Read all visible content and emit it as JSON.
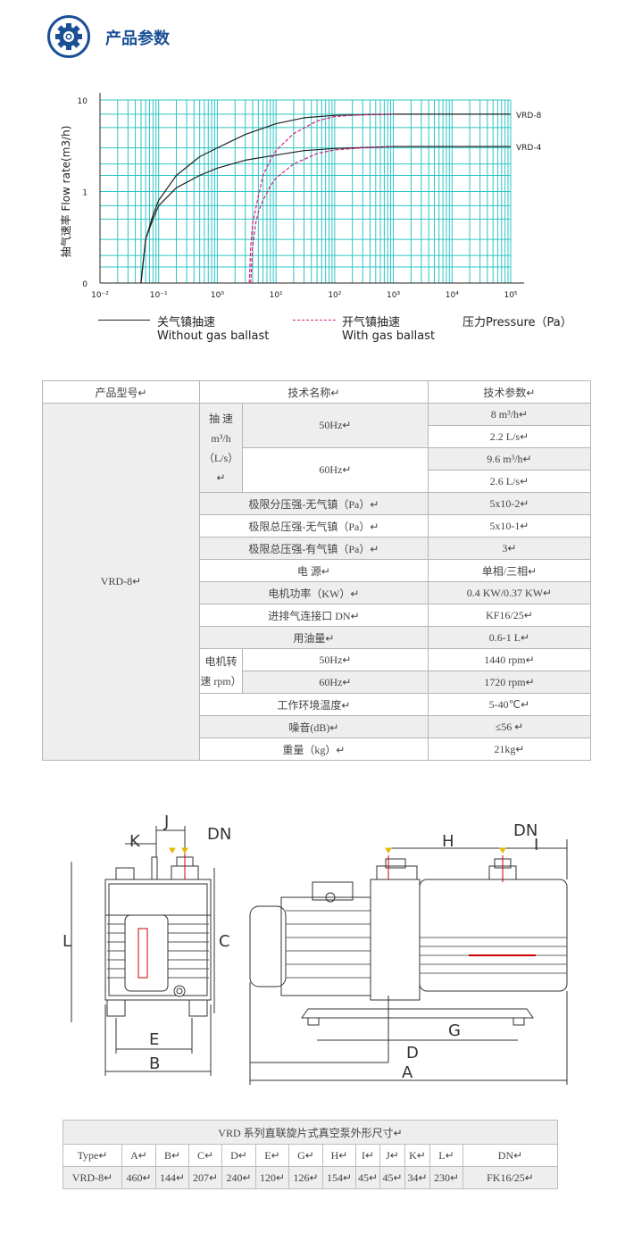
{
  "header": {
    "title": "产品参数",
    "icon": "gear-icon",
    "accent": "#1a4f96"
  },
  "chart_data": {
    "type": "line",
    "ylabel": "抽气速率 Flow rate(m3/h)",
    "xlabel": "压力Pressure（Pa）",
    "xscale": "log",
    "yscale": "log",
    "xlim": [
      0.01,
      100000
    ],
    "ylim": [
      0.1,
      10
    ],
    "xticks": [
      "10⁻²",
      "10⁻¹",
      "10⁰",
      "10¹",
      "10²",
      "10³",
      "10⁴",
      "10⁵"
    ],
    "yticks": [
      {
        "v": 10,
        "label": "10"
      },
      {
        "v": 1,
        "label": "1"
      },
      {
        "v": 0.1,
        "label": "0"
      }
    ],
    "series": [
      {
        "name": "VRD-8",
        "style": "solid",
        "color": "#222222",
        "x": [
          0.05,
          0.06,
          0.08,
          0.1,
          0.2,
          0.5,
          1,
          3,
          10,
          30,
          100,
          1000,
          100000
        ],
        "y": [
          0.1,
          0.3,
          0.55,
          0.8,
          1.5,
          2.4,
          3.0,
          4.2,
          5.5,
          6.4,
          6.8,
          7.0,
          7.0
        ]
      },
      {
        "name": "VRD-4",
        "style": "solid",
        "color": "#222222",
        "x": [
          0.05,
          0.06,
          0.08,
          0.1,
          0.2,
          0.5,
          1,
          3,
          10,
          30,
          100,
          1000,
          100000
        ],
        "y": [
          0.1,
          0.3,
          0.5,
          0.7,
          1.1,
          1.5,
          1.8,
          2.2,
          2.5,
          2.8,
          2.95,
          3.1,
          3.1
        ]
      },
      {
        "name": "VRD-8 gas ballast",
        "style": "dashed",
        "color": "#d0207f",
        "x": [
          3.5,
          3.7,
          4,
          5,
          6,
          8,
          10,
          20,
          50,
          100,
          300,
          1000
        ],
        "y": [
          0.1,
          0.25,
          0.45,
          0.9,
          1.5,
          2.2,
          2.8,
          4.3,
          5.9,
          6.6,
          6.9,
          7.0
        ]
      },
      {
        "name": "VRD-4 gas ballast",
        "style": "dashed",
        "color": "#d0207f",
        "x": [
          3.7,
          4,
          4.5,
          5,
          6,
          8,
          10,
          20,
          50,
          100,
          300,
          1000
        ],
        "y": [
          0.1,
          0.25,
          0.45,
          0.6,
          0.8,
          1.15,
          1.4,
          2.0,
          2.6,
          2.85,
          3.0,
          3.1
        ]
      }
    ],
    "series_labels": [
      "VRD-8",
      "VRD-4"
    ],
    "legend": {
      "solid_cn": "关气镇抽速",
      "solid_en": "Without gas ballast",
      "dashed_cn": "开气镇抽速",
      "dashed_en": "With gas ballast",
      "placement": "bottom"
    },
    "grid": true
  },
  "spec": {
    "headers": [
      "产品型号↵",
      "技术名称↵",
      "技术参数↵"
    ],
    "model": "VRD-8↵",
    "speed_label": [
      "抽 速",
      "m³/h",
      "（L/s）↵"
    ],
    "hz50": "50Hz↵",
    "hz60": "60Hz↵",
    "speed_values": [
      "8 m³/h↵",
      "2.2 L/s↵",
      "9.6 m³/h↵",
      "2.6 L/s↵"
    ],
    "rows": [
      {
        "name": "极限分压强-无气镇（Pa）↵",
        "value": "5x10-2↵"
      },
      {
        "name": "极限总压强-无气镇（Pa）↵",
        "value": "5x10-1↵"
      },
      {
        "name": "极限总压强-有气镇（Pa）↵",
        "value": "3↵"
      },
      {
        "name": "电  源↵",
        "value": "单相/三相↵"
      },
      {
        "name": "电机功率（KW）↵",
        "value": "0.4 KW/0.37 KW↵"
      },
      {
        "name": "进排气连接口 DN↵",
        "value": "KF16/25↵"
      },
      {
        "name": "用油量↵",
        "value": "0.6-1 L↵"
      }
    ],
    "rpm_label": [
      "电机转",
      "速 rpm）"
    ],
    "rpm_values": [
      "1440 rpm↵",
      "1720 rpm↵"
    ],
    "rows2": [
      {
        "name": "工作环境温度↵",
        "value": "5-40℃↵"
      },
      {
        "name": "噪音(dB)↵",
        "value": "≤56 ↵"
      },
      {
        "name": "重量（kg）↵",
        "value": "21kg↵"
      }
    ]
  },
  "drawing": {
    "labels": {
      "K": "K",
      "J": "J",
      "DN1": "DN",
      "L": "L",
      "C": "C",
      "E": "E",
      "B": "B",
      "H": "H",
      "DN2": "DN",
      "I": "I",
      "G": "G",
      "D": "D",
      "A": "A"
    }
  },
  "dims": {
    "title": "VRD 系列直联旋片式真空泵外形尺寸↵",
    "headers": [
      "Type↵",
      "A↵",
      "B↵",
      "C↵",
      "D↵",
      "E↵",
      "G↵",
      "H↵",
      "I↵",
      "J↵",
      "K↵",
      "L↵",
      "DN↵"
    ],
    "values": [
      "VRD-8↵",
      "460↵",
      "144↵",
      "207↵",
      "240↵",
      "120↵",
      "126↵",
      "154↵",
      "45↵",
      "45↵",
      "34↵",
      "230↵",
      "FK16/25↵"
    ]
  }
}
